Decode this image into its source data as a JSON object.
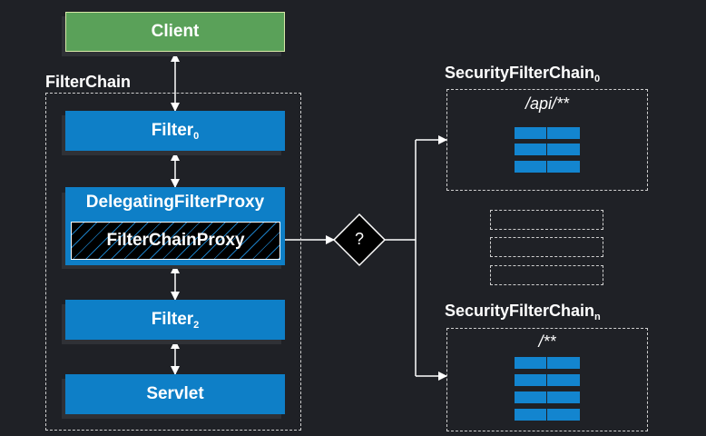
{
  "nodes": {
    "client": "Client",
    "filter_chain_label": "FilterChain",
    "filter0": {
      "text": "Filter",
      "sub": "0"
    },
    "delegating": "DelegatingFilterProxy",
    "filter_chain_proxy": "FilterChainProxy",
    "filter2": {
      "text": "Filter",
      "sub": "2"
    },
    "servlet": "Servlet",
    "decision": "?"
  },
  "security_chains": [
    {
      "title": "SecurityFilterChain",
      "sub": "0",
      "pattern": "/api/**"
    },
    {
      "title": "SecurityFilterChain",
      "sub": "n",
      "pattern": "/**"
    }
  ],
  "colors": {
    "background": "#1f2126",
    "client": "#5aa159",
    "filter": "#0e7fc7",
    "line": "#ffffff"
  }
}
